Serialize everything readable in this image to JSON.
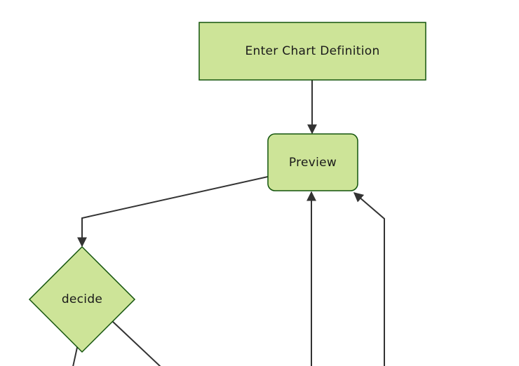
{
  "diagram": {
    "type": "flowchart",
    "direction": "top-down",
    "theme": {
      "node_fill": "#cde498",
      "node_border": "#13540c",
      "edge_color": "#333333",
      "text_color": "#1a1a1a",
      "background": "#ffffff"
    },
    "nodes": [
      {
        "id": "enter-chart-definition",
        "label": "Enter Chart Definition",
        "shape": "rectangle"
      },
      {
        "id": "preview",
        "label": "Preview",
        "shape": "rounded-rectangle"
      },
      {
        "id": "decide",
        "label": "decide",
        "shape": "diamond"
      }
    ],
    "edges": [
      {
        "from": "enter-chart-definition",
        "to": "preview",
        "arrow": true
      },
      {
        "from": "preview",
        "to": "decide",
        "arrow": true
      },
      {
        "from": "offscreen-bottom",
        "to": "preview",
        "arrow": true
      },
      {
        "from": "offscreen-bottom-right",
        "to": "preview",
        "arrow": true
      },
      {
        "from": "decide",
        "to": "offscreen-bottom-left",
        "arrow": false,
        "clipped": true
      },
      {
        "from": "decide",
        "to": "offscreen-bottom-right",
        "arrow": false,
        "clipped": true
      }
    ]
  }
}
